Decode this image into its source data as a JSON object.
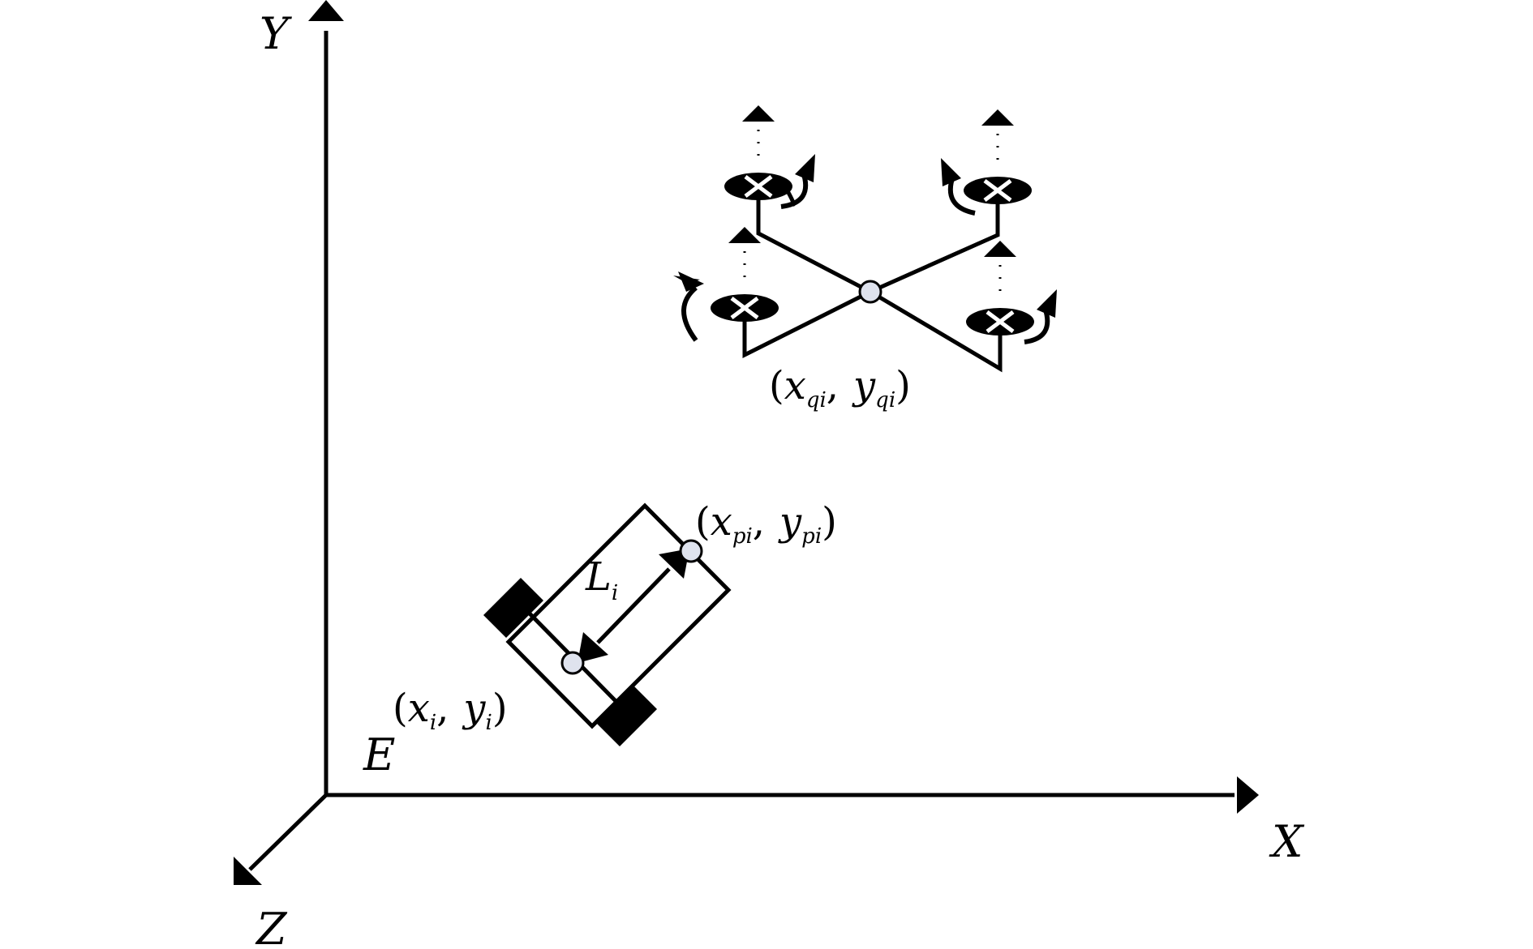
{
  "axes": {
    "x_label": "X",
    "y_label": "Y",
    "z_label": "Z",
    "origin_label": "E"
  },
  "ground_vehicle": {
    "center_coord": {
      "open": "(",
      "x": "x",
      "x_sub": "i",
      "sep": ",",
      "y": "y",
      "y_sub": "i",
      "close": ")"
    },
    "front_coord": {
      "open": "(",
      "x": "x",
      "x_sub": "pi",
      "sep": ",",
      "y": "y",
      "y_sub": "pi",
      "close": ")"
    },
    "length_label": {
      "main": "L",
      "sub": "i"
    }
  },
  "quadrotor": {
    "center_coord": {
      "open": "(",
      "x": "x",
      "x_sub": "qi",
      "sep": ",",
      "y": "y",
      "y_sub": "qi",
      "close": ")"
    }
  },
  "colors": {
    "stroke": "#000000",
    "marker_fill": "#dfe3ee"
  }
}
